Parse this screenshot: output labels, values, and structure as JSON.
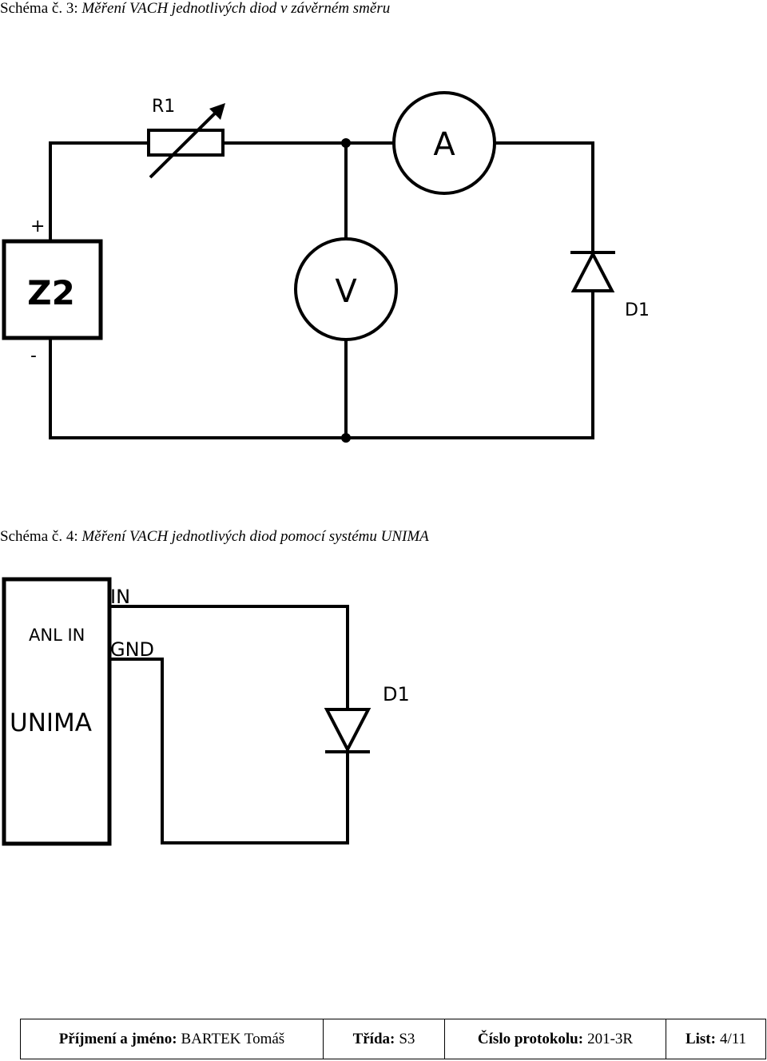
{
  "schema3": {
    "caption_prefix": "Schéma č. 3: ",
    "caption_title": "Měření VACH jednotlivých diod v závěrném směru",
    "labels": {
      "resistor": "R1",
      "ammeter": "A",
      "voltmeter": "V",
      "source": "Z2",
      "plus": "+",
      "minus": "-",
      "diode": "D1"
    }
  },
  "schema4": {
    "caption_prefix": "Schéma č. 4: ",
    "caption_title": "Měření VACH jednotlivých diod pomocí systému UNIMA",
    "labels": {
      "in": "IN",
      "gnd": "GND",
      "anl_in": "ANL IN",
      "unima": "UNIMA",
      "diode": "D1"
    }
  },
  "footer": {
    "name_label": "Příjmení a jméno:",
    "name_value": "BARTEK Tomáš",
    "class_label": "Třída:",
    "class_value": "S3",
    "protocol_label": "Číslo protokolu:",
    "protocol_value": "201-3R",
    "sheet_label": "List:",
    "sheet_value": "4/11"
  }
}
